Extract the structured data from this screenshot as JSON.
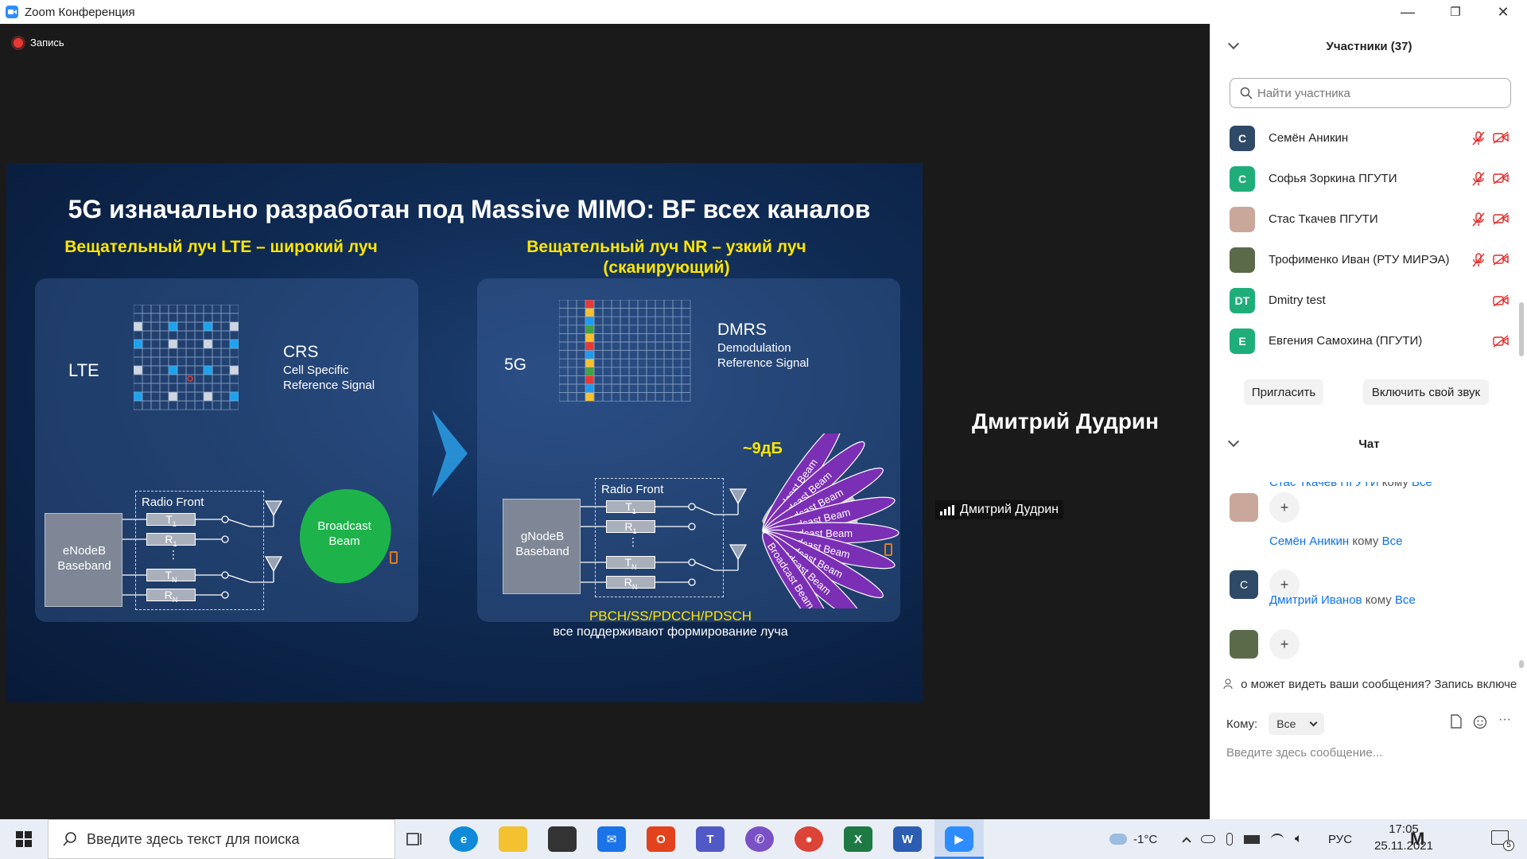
{
  "window": {
    "title": "Zoom Конференция",
    "minimize": "—",
    "restore": "❐",
    "close": "✕"
  },
  "recording": {
    "label": "Запись"
  },
  "slide": {
    "title": "5G изначально разработан под Massive MIMO: BF всех каналов",
    "lte_heading": "Вещательный луч LTE – широкий луч",
    "nr_heading_1": "Вещательный луч NR – узкий луч",
    "nr_heading_2": "(сканирующий)",
    "lte_label": "LTE",
    "crs": "CRS",
    "crs_line1": "Cell Specific",
    "crs_line2": "Reference Signal",
    "g5_label": "5G",
    "dmrs": "DMRS",
    "dmrs_line1": "Demodulation",
    "dmrs_line2": "Reference Signal",
    "radio_front": "Radio Front",
    "enodeb_1": "eNodeB",
    "enodeb_2": "Baseband",
    "gnodeb_1": "gNodeB",
    "gnodeb_2": "Baseband",
    "broadcast_1": "Broadcast",
    "broadcast_2": "Beam",
    "beam_label": "Broadcast Beam",
    "gain": "~9дБ",
    "t1": "T",
    "r1": "R",
    "tn": "T",
    "rn": "R",
    "sub1": "1",
    "subn": "N",
    "channels": "PBCH/SS/PDCCH/PDSCH",
    "channels_note": "все поддерживают формирование луча",
    "dots": "⋮"
  },
  "speaker": {
    "name": "Дмитрий Дудрин",
    "tag": "Дмитрий Дудрин"
  },
  "participants": {
    "header": "Участники (37)",
    "search_placeholder": "Найти участника",
    "items": [
      {
        "initials": "С",
        "name": "Семён Аникин",
        "color": "#2f4a66",
        "mic_muted": true
      },
      {
        "initials": "С",
        "name": "Софья Зоркина ПГУТИ",
        "color": "#1fae7a",
        "mic_muted": true
      },
      {
        "initials": "",
        "name": "Стас Ткачев ПГУТИ",
        "color": "#c9a79a",
        "mic_muted": true
      },
      {
        "initials": "",
        "name": "Трофименко Иван (РТУ МИРЭА)",
        "color": "#5b6b4a",
        "mic_muted": true
      },
      {
        "initials": "DT",
        "name": "Dmitry test",
        "color": "#1fae7a",
        "mic_muted": false
      },
      {
        "initials": "Е",
        "name": "Евгения Самохина (ПГУТИ)",
        "color": "#1fae7a",
        "mic_muted": false
      }
    ],
    "invite": "Пригласить",
    "unmute": "Включить свой звук"
  },
  "chat": {
    "header": "Чат",
    "messages": [
      {
        "sender": "Стас Ткачев ПГУТИ",
        "to_word": "кому",
        "target": "Все",
        "avatar_color": "#c9a79a",
        "initials": ""
      },
      {
        "sender": "Семён Аникин",
        "to_word": "кому",
        "target": "Все",
        "avatar_color": "#2f4a66",
        "initials": "С"
      },
      {
        "sender": "Дмитрий Иванов",
        "to_word": "кому",
        "target": "Все",
        "avatar_color": "#5b6b4a",
        "initials": ""
      }
    ],
    "plus": "+",
    "notice": "о может видеть ваши сообщения? Запись включе",
    "to_label": "Кому:",
    "to_value": "Все",
    "placeholder": "Введите здесь сообщение...",
    "more": "···"
  },
  "taskbar": {
    "search_placeholder": "Введите здесь текст для поиска",
    "weather": "-1°C",
    "lang": "РУС",
    "time": "17:05",
    "date": "25.11.2021",
    "notif_count": "5"
  }
}
